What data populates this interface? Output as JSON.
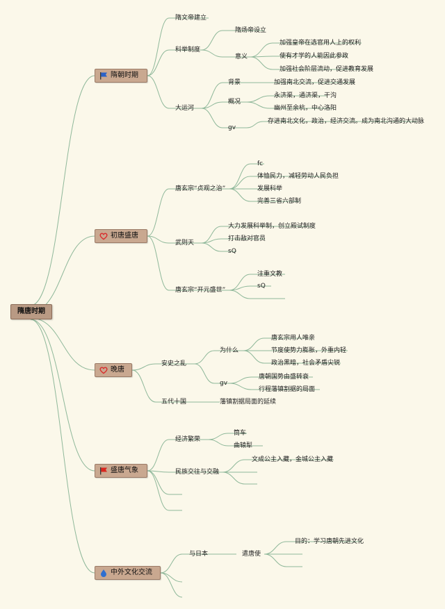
{
  "root": "隋唐时期",
  "colors": {
    "edge": "#8fb89a",
    "node_bg": "#c9a890",
    "root_bg": "#b99a84",
    "flag_blue": "#2a62c8",
    "flag_red": "#d9271f",
    "heart": "#d92b2b",
    "drop": "#2f6fd0"
  },
  "branches": [
    {
      "label": "隋朝时期",
      "icon": "blue-flag-icon",
      "children": [
        {
          "label": "隋文帝建立"
        },
        {
          "label": "科举制度",
          "children": [
            {
              "label": "隋炀帝设立"
            },
            {
              "label": "意义",
              "children": [
                {
                  "label": "加强皇帝在选官用人上的权利"
                },
                {
                  "label": "使有才学的人能因此参政"
                },
                {
                  "label": "加强社会阶层流动，促进教育发展"
                }
              ]
            }
          ]
        },
        {
          "label": "大运河",
          "children": [
            {
              "label": "背景",
              "children": [
                {
                  "label": "加强南北交流，促进交通发展"
                }
              ]
            },
            {
              "label": "概况",
              "children": [
                {
                  "label": "永济渠，通济渠，干沟"
                },
                {
                  "label": "幽州至余杭，中心洛阳"
                }
              ]
            },
            {
              "label": "gv",
              "children": [
                {
                  "label": "存进南北文化，政治，经济交流。成为南北沟通的大动脉"
                }
              ]
            }
          ]
        }
      ]
    },
    {
      "label": "初唐盛唐",
      "icon": "heart-icon",
      "children": [
        {
          "label": "唐玄宗“贞观之治”",
          "children": [
            {
              "label": "fc"
            },
            {
              "label": "体恤民力，减轻劳动人民负担"
            },
            {
              "label": "发展科举"
            },
            {
              "label": "完善三省六部制"
            }
          ]
        },
        {
          "label": "武则天",
          "children": [
            {
              "label": "大力发展科举制，创立殿试制度"
            },
            {
              "label": "打击敌对官员"
            },
            {
              "label": "sQ"
            }
          ]
        },
        {
          "label": "唐玄宗“开元盛世”",
          "children": [
            {
              "label": "注重文教"
            },
            {
              "label": "sQ"
            },
            {
              "label": ""
            }
          ]
        }
      ]
    },
    {
      "label": "晚唐",
      "icon": "heart-icon",
      "children": [
        {
          "label": "安史之乱",
          "children": [
            {
              "label": "为什么",
              "children": [
                {
                  "label": "唐玄宗用人唯亲"
                },
                {
                  "label": "节度使势力膨胀，外重内轻"
                },
                {
                  "label": "政治黑暗，社会矛盾尖锐"
                }
              ]
            },
            {
              "label": "gv",
              "children": [
                {
                  "label": "唐朝国势由盛转衰"
                },
                {
                  "label": "行程藩镇割据的局面"
                }
              ]
            }
          ]
        },
        {
          "label": "五代十国",
          "children": [
            {
              "label": "藩镇割据局面的延续"
            }
          ]
        }
      ]
    },
    {
      "label": "盛唐气象",
      "icon": "red-flag-icon",
      "children": [
        {
          "label": "经济繁荣",
          "children": [
            {
              "label": "筒车"
            },
            {
              "label": "曲辕犁"
            }
          ]
        },
        {
          "label": "民族交往与交融",
          "children": [
            {
              "label": "文成公主入藏，金城公主入藏"
            },
            {
              "label": ""
            },
            {
              "label": ""
            }
          ]
        },
        {
          "label": ""
        },
        {
          "label": ""
        }
      ]
    },
    {
      "label": "中外文化交流",
      "icon": "drop-icon",
      "children": [
        {
          "label": "与日本",
          "children": [
            {
              "label": "遣唐使",
              "children": [
                {
                  "label": "目的：学习唐朝先进文化"
                },
                {
                  "label": ""
                },
                {
                  "label": ""
                }
              ]
            }
          ]
        },
        {
          "label": ""
        },
        {
          "label": ""
        }
      ]
    }
  ]
}
